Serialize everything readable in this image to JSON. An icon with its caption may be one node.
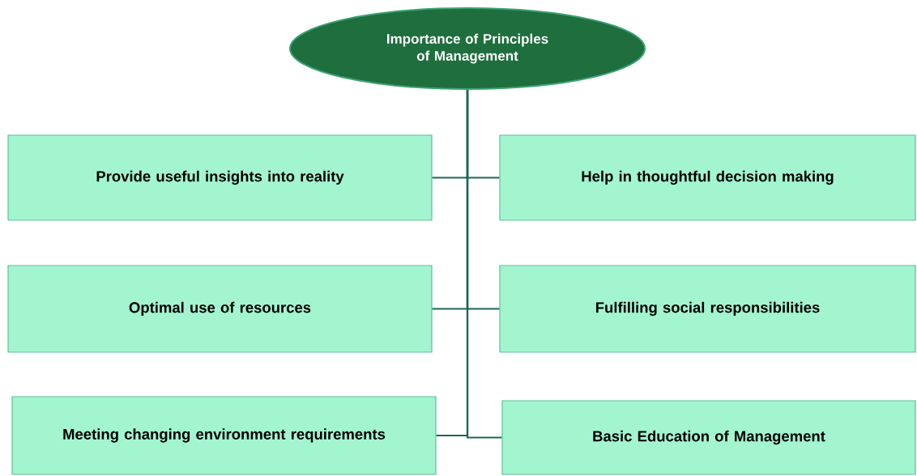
{
  "diagram": {
    "nodes": [
      {
        "text": [
          "Importance of Principles of Management"
        ]
      },
      {
        "text": [
          "Provide useful insights into reality"
        ]
      },
      {
        "text": [
          "Help in thoughtful decision making"
        ]
      },
      {
        "text": [
          "Optimal use of resources"
        ]
      },
      {
        "text": [
          "Fulfilling social responsibilities"
        ]
      },
      {
        "text": [
          "Meeting changing environment requirements"
        ]
      },
      {
        "text": [
          "Basic Education of Management"
        ]
      }
    ],
    "edges": [
      {
        "from": 0,
        "to": 1,
        "arrow": "none"
      },
      {
        "from": 0,
        "to": 2,
        "arrow": "none"
      },
      {
        "from": 0,
        "to": 3,
        "arrow": "none"
      },
      {
        "from": 0,
        "to": 4,
        "arrow": "none"
      },
      {
        "from": 0,
        "to": 5,
        "arrow": "none"
      },
      {
        "from": 0,
        "to": 6,
        "arrow": "none"
      }
    ]
  }
}
